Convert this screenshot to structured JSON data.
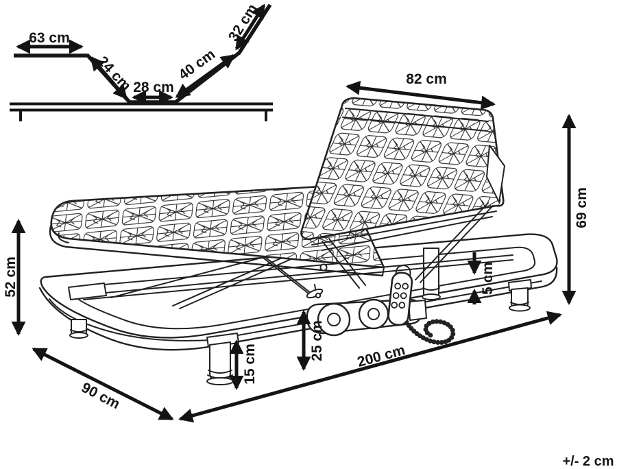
{
  "inset": {
    "seg_63": "63 cm",
    "seg_24": "24 cm",
    "seg_28": "28 cm",
    "seg_40": "40 cm",
    "seg_32": "32 cm"
  },
  "dimensions": {
    "head_width": "82 cm",
    "overall_height": "69 cm",
    "left_height": "52 cm",
    "frame_thickness": "5 cm",
    "under_clearance": "25 cm",
    "leg_height": "15 cm",
    "length": "200 cm",
    "width": "90 cm"
  },
  "footnote": {
    "tolerance": "+/- 2 cm"
  },
  "colors": {
    "line": "#1a1a1a",
    "background": "#ffffff"
  }
}
